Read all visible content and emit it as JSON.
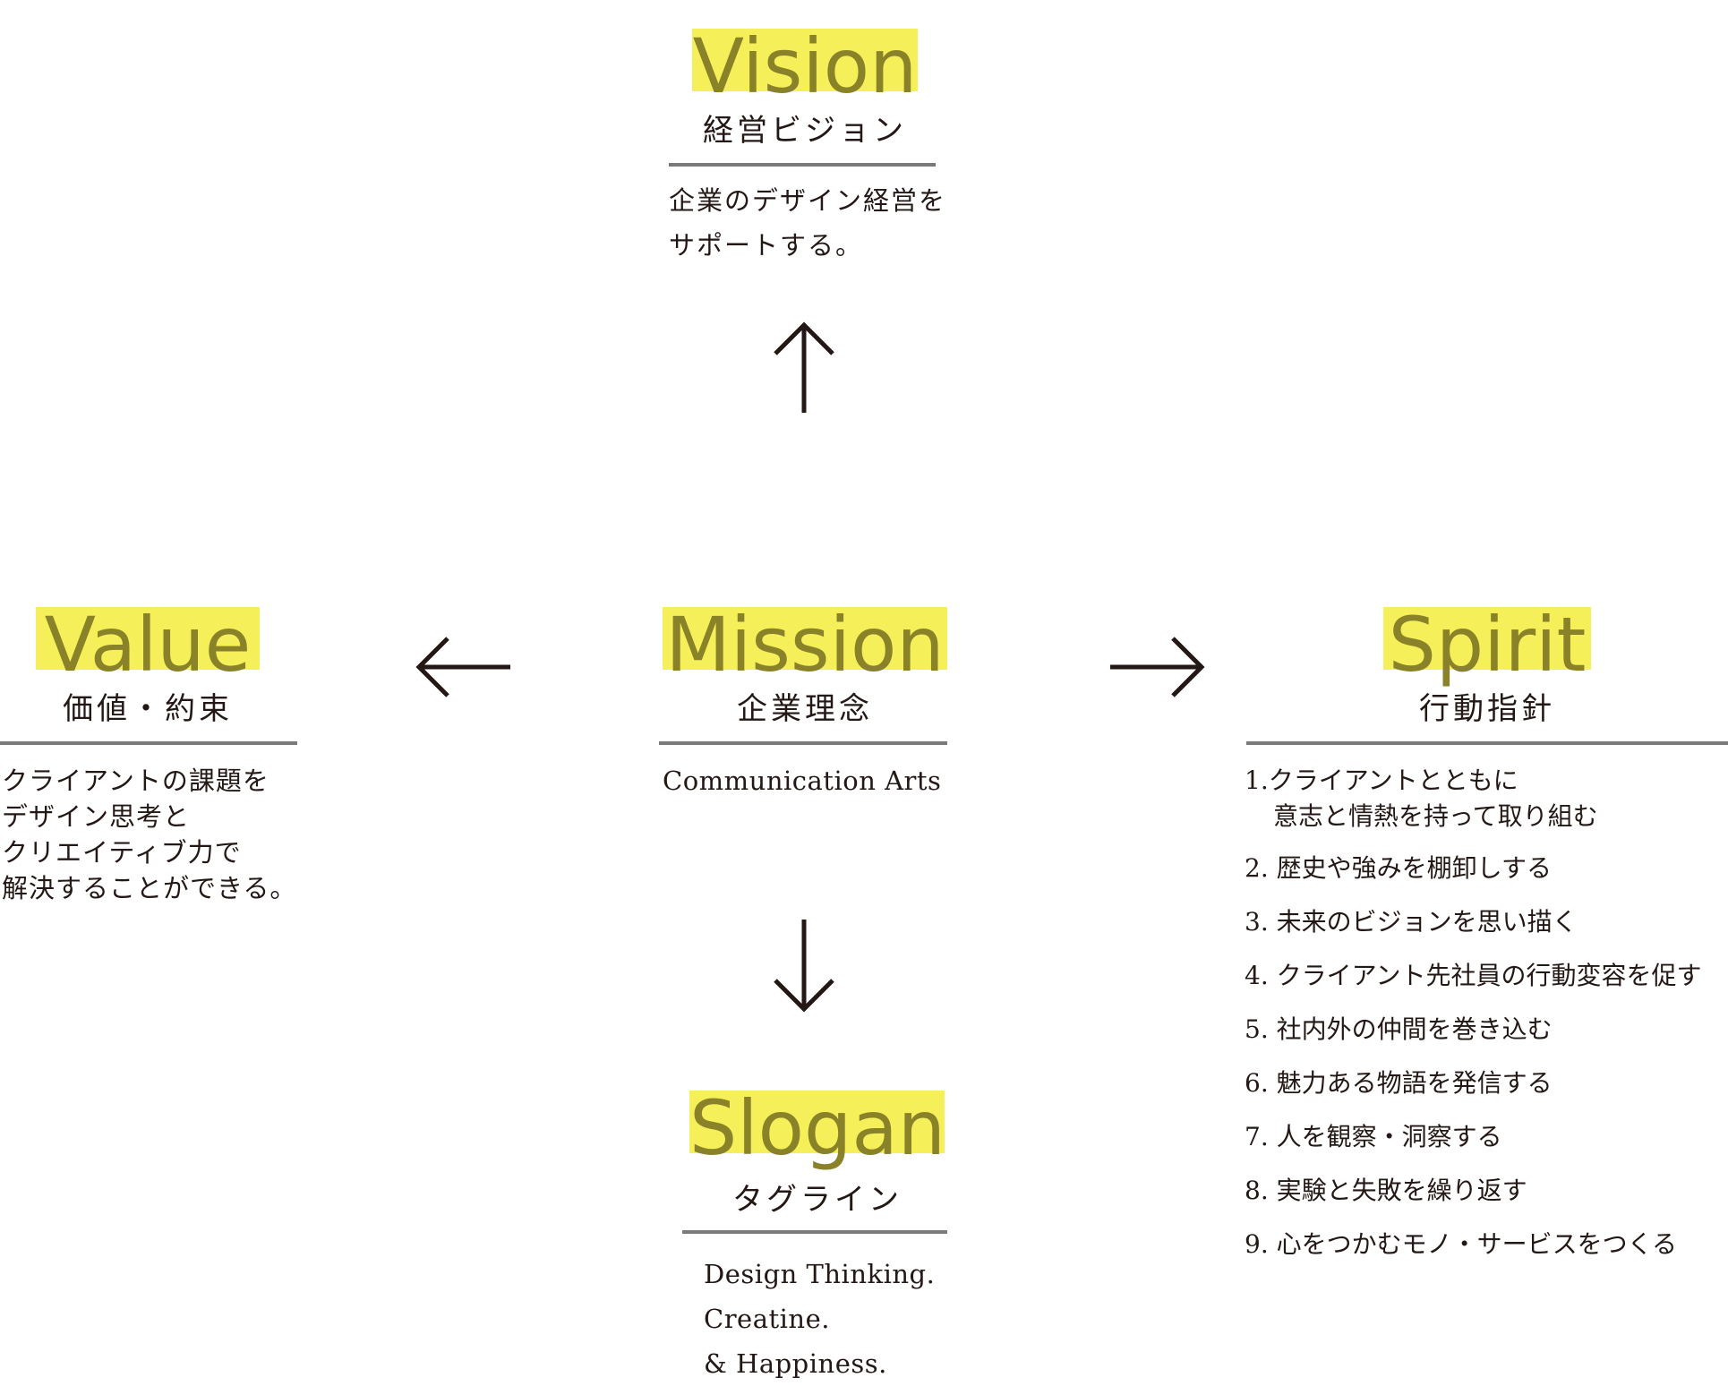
{
  "vision": {
    "title_en": "Vision",
    "title_ja": "経営ビジョン",
    "lines": [
      "企業のデザイン経営を",
      "サポートする。"
    ]
  },
  "mission": {
    "title_en": "Mission",
    "title_ja": "企業理念",
    "lines": [
      "Communication Arts"
    ]
  },
  "value": {
    "title_en": "Value",
    "title_ja": "価値・約束",
    "lines": [
      "クライアントの課題を",
      "デザイン思考と",
      "クリエイティブ力で",
      "解決することができる。"
    ]
  },
  "spirit": {
    "title_en": "Spirit",
    "title_ja": "行動指針",
    "items": [
      {
        "label": "1.クライアントとともに",
        "cont": "意志と情熱を持って取り組む"
      },
      {
        "label": "2. 歴史や強みを棚卸しする"
      },
      {
        "label": "3. 未来のビジョンを思い描く"
      },
      {
        "label": "4. クライアント先社員の行動変容を促す"
      },
      {
        "label": "5. 社内外の仲間を巻き込む"
      },
      {
        "label": "6. 魅力ある物語を発信する"
      },
      {
        "label": "7. 人を観察・洞察する"
      },
      {
        "label": "8. 実験と失敗を繰り返す"
      },
      {
        "label": "9. 心をつかむモノ・サービスをつくる"
      }
    ]
  },
  "slogan": {
    "title_en": "Slogan",
    "title_ja": "タグライン",
    "lines": [
      "Design Thinking.",
      "Creatine.",
      "& Happiness."
    ]
  },
  "colors": {
    "highlight": "#f5f05a",
    "title": "#8a8229",
    "rule": "#7a7a7a",
    "text": "#231815",
    "arrow": "#231815"
  },
  "icons": [
    "arrow-up-icon",
    "arrow-left-icon",
    "arrow-right-icon",
    "arrow-down-icon"
  ]
}
